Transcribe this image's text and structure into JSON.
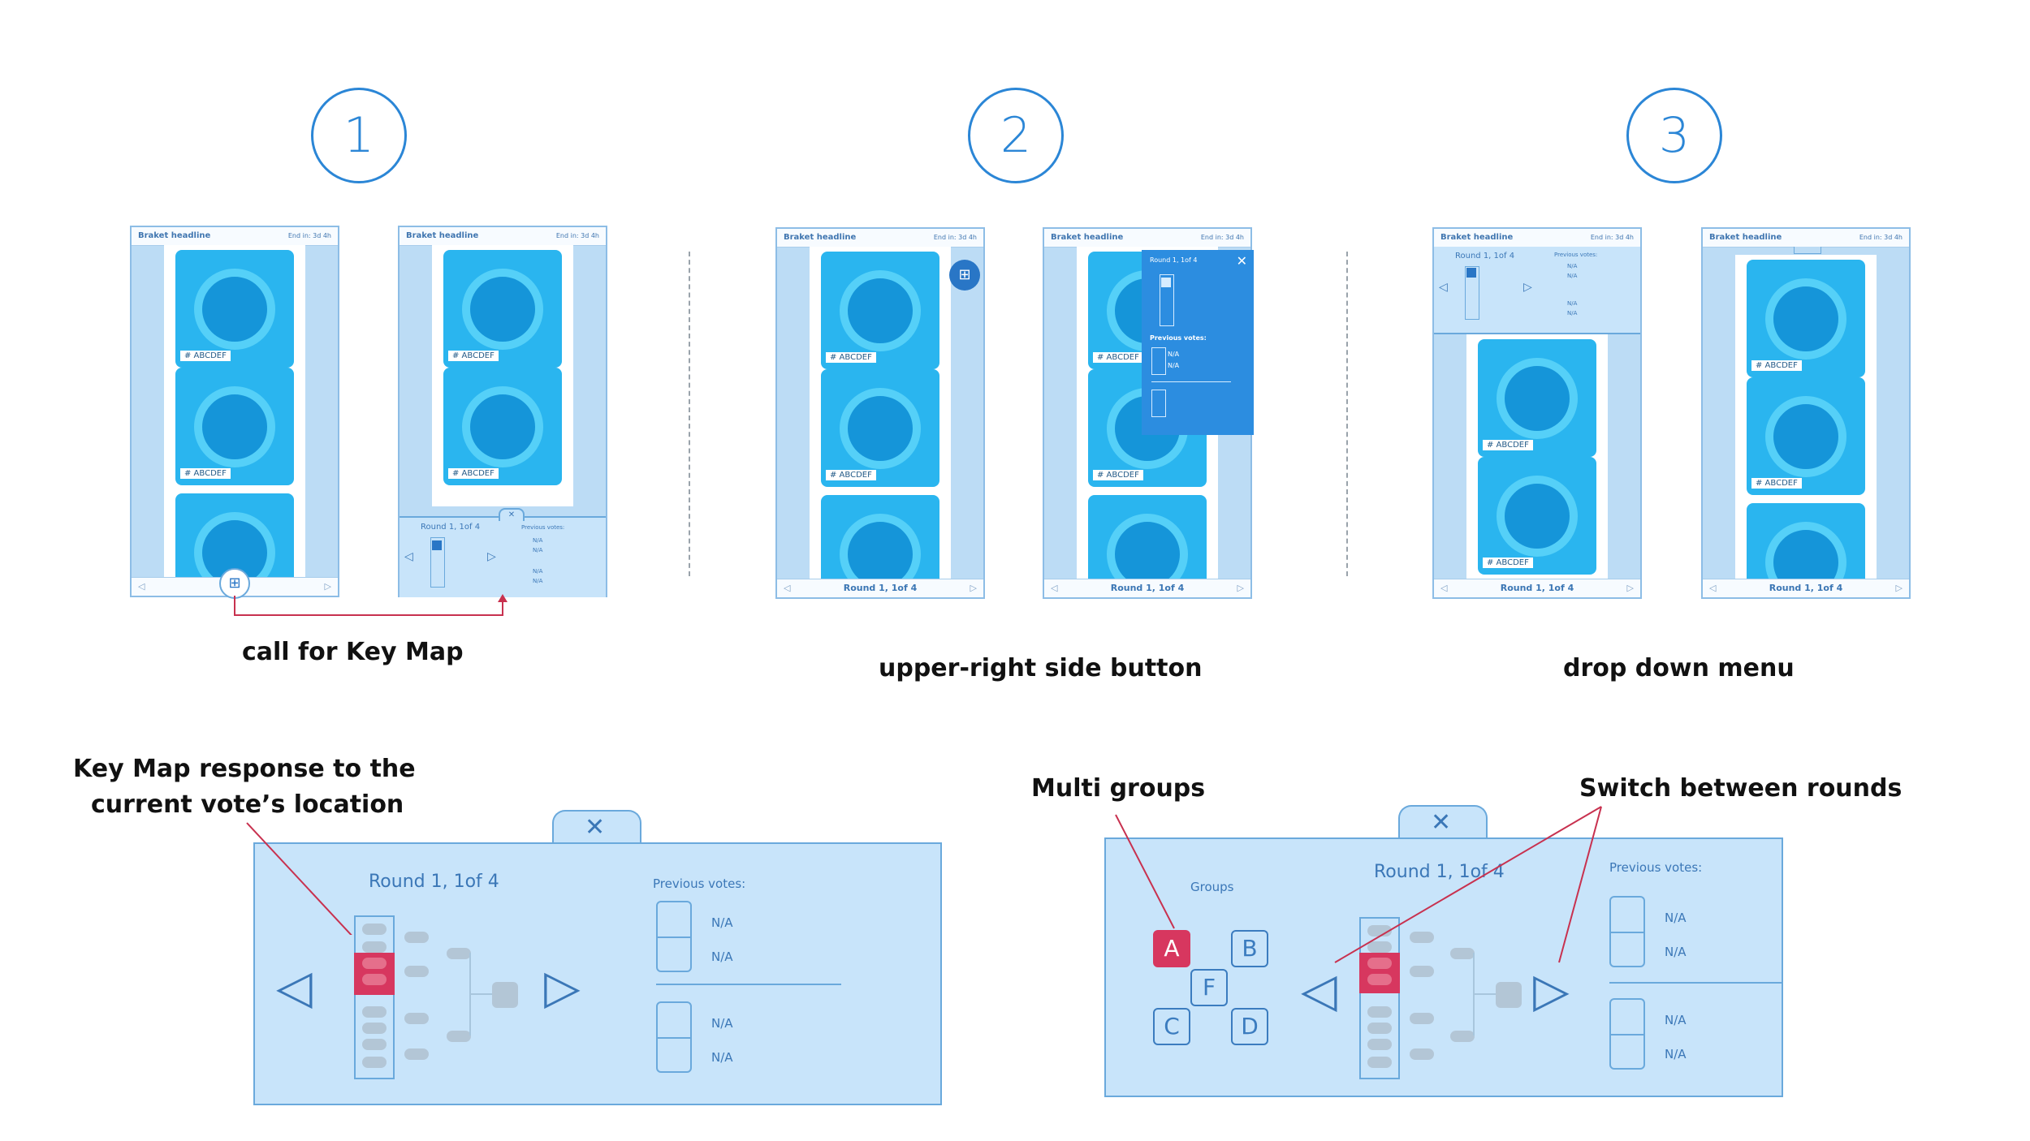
{
  "steps": [
    {
      "number": "1",
      "caption": "call for Key Map"
    },
    {
      "number": "2",
      "caption": "upper-right side button"
    },
    {
      "number": "3",
      "caption": "drop down menu"
    }
  ],
  "screen": {
    "headline": "Braket headline",
    "end_in": "End in: 3d 4h",
    "card_tag": "# ABCDEF",
    "footer_round": "Round 1, 1of 4"
  },
  "keymap": {
    "round": "Round 1, 1of 4",
    "previous_votes": "Previous votes:",
    "na": "N/A",
    "groups_label": "Groups",
    "groups": [
      "A",
      "B",
      "F",
      "C",
      "D"
    ]
  },
  "annotations": {
    "key_map_response_line1": "Key Map response to the",
    "key_map_response_line2": "current vote’s location",
    "multi_groups": "Multi groups",
    "switch_rounds": "Switch between rounds"
  },
  "colors": {
    "accent": "#2b86d6",
    "highlight": "#d7375f",
    "panel": "#c8e4fa"
  }
}
